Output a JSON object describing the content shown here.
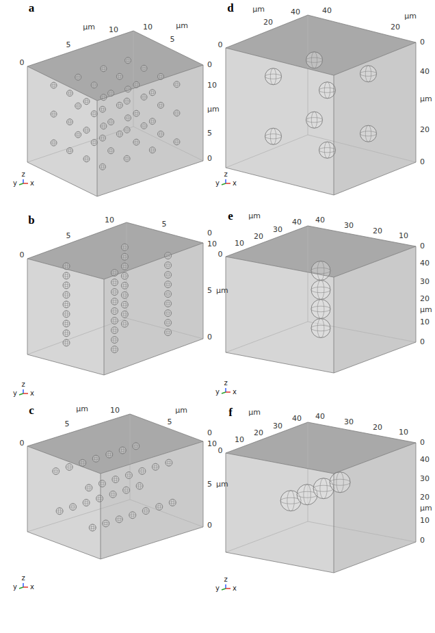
{
  "diagram": {
    "labels": [
      "a",
      "μm",
      "5",
      "10",
      "10",
      "5",
      "μm",
      "0",
      "0",
      "10",
      "μm",
      "5",
      "0",
      "y",
      "z",
      "x",
      "b",
      "5",
      "10",
      "5",
      "0",
      "0",
      "10",
      "5",
      "μm",
      "0",
      "y",
      "z",
      "x",
      "c",
      "μm",
      "5",
      "10",
      "μm",
      "5",
      "0",
      "0",
      "10",
      "5",
      "μm",
      "0",
      "y",
      "z",
      "x",
      "d",
      "μm",
      "20",
      "40",
      "40",
      "μm",
      "20",
      "0",
      "0",
      "40",
      "μm",
      "20",
      "0",
      "y",
      "z",
      "x",
      "e",
      "μm",
      "10",
      "20",
      "30",
      "40",
      "40",
      "30",
      "20",
      "10",
      "0",
      "0",
      "40",
      "30",
      "20",
      "μm",
      "10",
      "0",
      "y",
      "z",
      "x",
      "f",
      "μm",
      "10",
      "20",
      "30",
      "40",
      "40",
      "30",
      "20",
      "10",
      "0",
      "0",
      "40",
      "30",
      "20",
      "μm",
      "10",
      "0",
      "y",
      "z",
      "x"
    ]
  }
}
